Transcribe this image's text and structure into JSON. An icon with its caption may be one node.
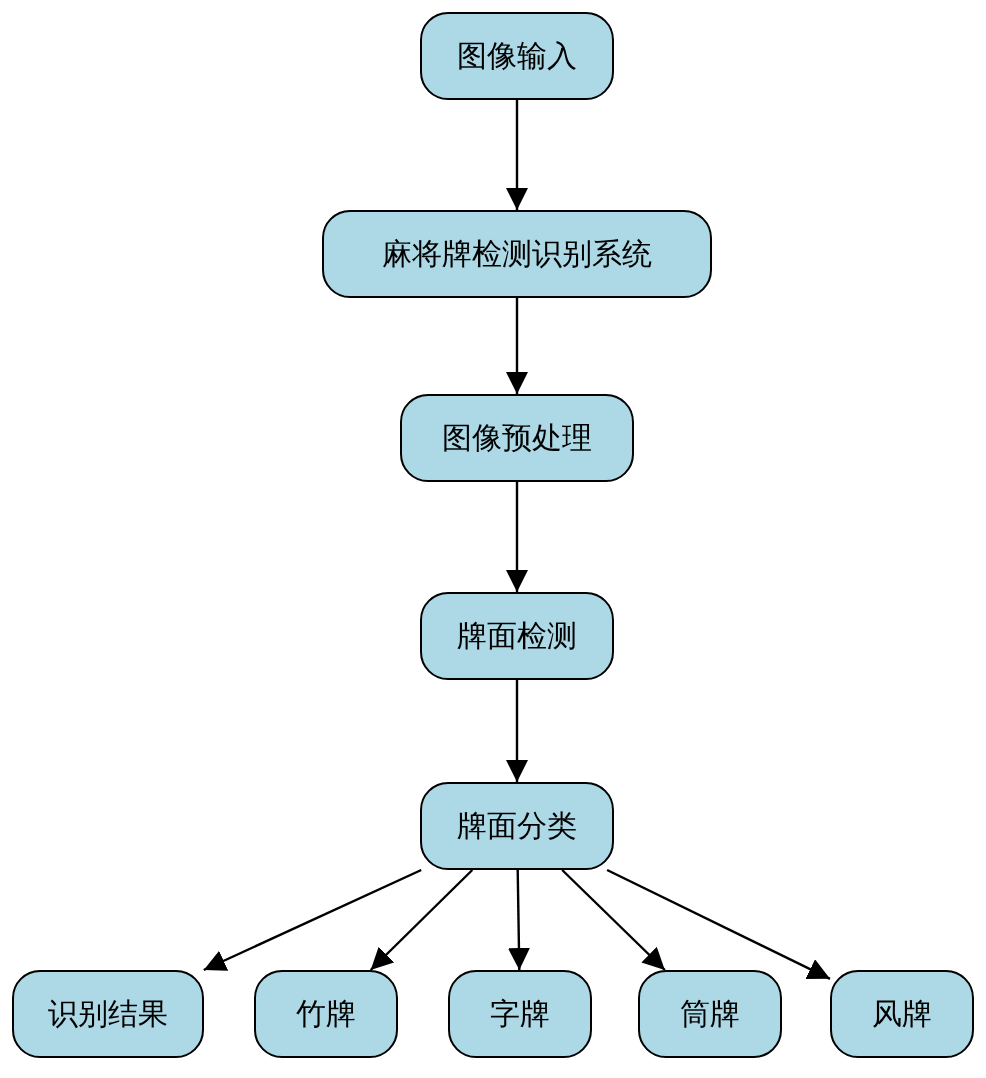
{
  "diagram": {
    "nodes": [
      {
        "text": [
          "图像输入"
        ]
      },
      {
        "text": [
          "麻将牌检测识别系统"
        ]
      },
      {
        "text": [
          "图像预处理"
        ]
      },
      {
        "text": [
          "牌面检测"
        ]
      },
      {
        "text": [
          "牌面分类"
        ]
      },
      {
        "text": [
          "识别结果"
        ]
      },
      {
        "text": [
          "竹牌"
        ]
      },
      {
        "text": [
          "字牌"
        ]
      },
      {
        "text": [
          "筒牌"
        ]
      },
      {
        "text": [
          "风牌"
        ]
      }
    ],
    "edges": [
      {
        "from": 0,
        "to": 1,
        "arrow": "to"
      },
      {
        "from": 1,
        "to": 2,
        "arrow": "to"
      },
      {
        "from": 2,
        "to": 3,
        "arrow": "to"
      },
      {
        "from": 3,
        "to": 4,
        "arrow": "to"
      },
      {
        "from": 4,
        "to": 5,
        "arrow": "to"
      },
      {
        "from": 4,
        "to": 6,
        "arrow": "to"
      },
      {
        "from": 4,
        "to": 7,
        "arrow": "to"
      },
      {
        "from": 4,
        "to": 8,
        "arrow": "to"
      },
      {
        "from": 4,
        "to": 9,
        "arrow": "to"
      }
    ]
  }
}
